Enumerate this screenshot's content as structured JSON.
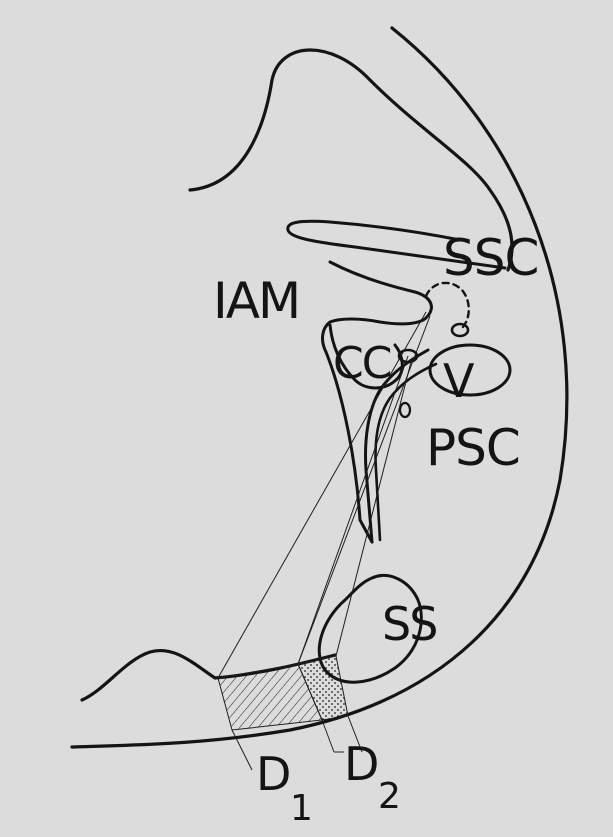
{
  "labels": {
    "ssc": "SSC",
    "iam": "IAM",
    "cc": "CC",
    "v": "V",
    "psc": "PSC",
    "ss": "SS",
    "d1": "D",
    "d1_sub": "1",
    "d2": "D",
    "d2_sub": "2"
  },
  "colors": {
    "background": "#dcdcdc",
    "ink": "#141414"
  }
}
